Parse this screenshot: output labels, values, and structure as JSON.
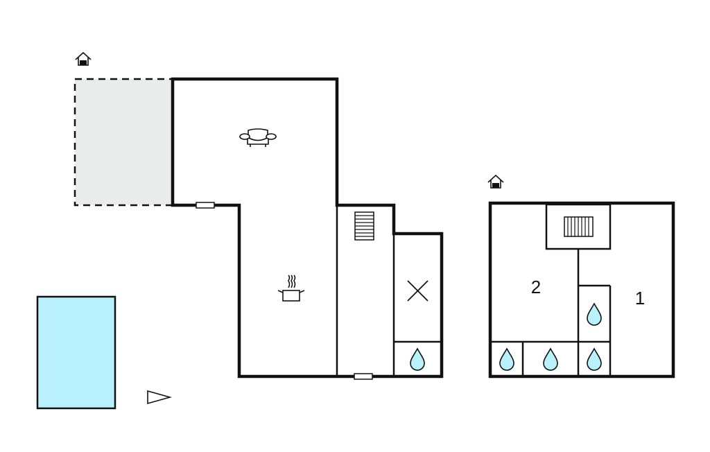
{
  "floor_plan": {
    "colors": {
      "wall": "#111111",
      "terrace_fill": "#e9eceb",
      "pool_fill": "#b8f1fb",
      "water_drop_fill": "#b8f1fb"
    },
    "ground_floor": {
      "entrance_icon": "house-entrance-icon",
      "rooms": [
        {
          "name": "terrace",
          "icon": "none"
        },
        {
          "name": "living-area",
          "icon": "sofa-icon"
        },
        {
          "name": "kitchen",
          "icon": "cooking-pot-icon"
        },
        {
          "name": "stairs-hall",
          "icon": "staircase-icon"
        },
        {
          "name": "storage",
          "icon": "cross-icon"
        },
        {
          "name": "bathroom",
          "icon": "water-drop-icon"
        }
      ],
      "outdoor": [
        {
          "name": "pool",
          "icon": "none"
        },
        {
          "name": "orientation-marker",
          "icon": "triangle-icon"
        }
      ]
    },
    "upper_floor": {
      "entrance_icon": "house-entrance-icon",
      "rooms": [
        {
          "name": "stairwell",
          "icon": "staircase-icon"
        },
        {
          "name": "bedroom-2",
          "label": "2"
        },
        {
          "name": "bedroom-1",
          "label": "1"
        },
        {
          "name": "bath-small",
          "icon": "water-drop-icon"
        },
        {
          "name": "bath-left",
          "icon": "water-drop-icon"
        },
        {
          "name": "bath-middle",
          "icon": "water-drop-icon"
        },
        {
          "name": "bath-right",
          "icon": "water-drop-icon"
        }
      ]
    }
  }
}
